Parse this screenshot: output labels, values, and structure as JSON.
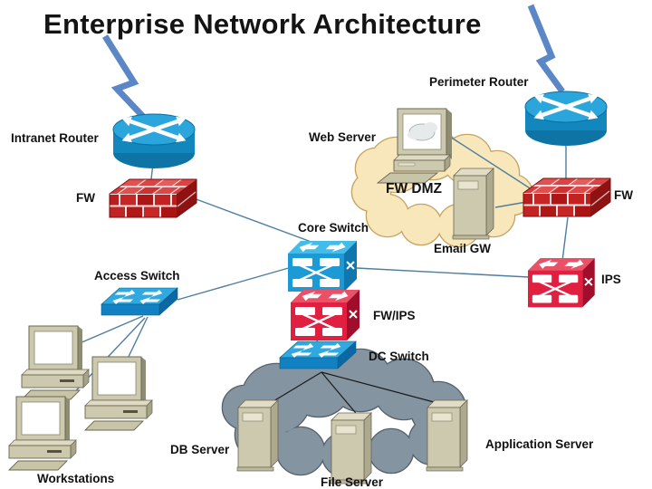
{
  "title": "Enterprise Network Architecture",
  "labels": {
    "perimeter_router": "Perimeter Router",
    "intranet_router": "Intranet Router",
    "web_server": "Web Server",
    "fw_left": "FW",
    "fw_dmz": "FW DMZ",
    "fw_right": "FW",
    "core_switch": "Core Switch",
    "email_gw": "Email GW",
    "access_switch": "Access Switch",
    "ips": "IPS",
    "fw_ips": "FW/IPS",
    "dc_switch": "DC Switch",
    "db_server": "DB Server",
    "workstations": "Workstations",
    "file_server": "File Server",
    "application_server": "Application Server"
  },
  "icons": {
    "router": "blue-cylinder-with-crossed-arrows",
    "firewall": "red-brick-wall-3d",
    "switch_3d": "3d-box-with-ports-and-x",
    "switch_flat": "flat-slab-with-arrows",
    "server_tower": "beige-tower-case",
    "workstation": "beige-monitor-keyboard",
    "wan": "blue-lightning-bolt",
    "dmz_zone": "yellow-cloud",
    "datacenter_zone": "gray-cloud"
  },
  "connections": [
    [
      "WAN",
      "Intranet Router"
    ],
    [
      "WAN",
      "Perimeter Router"
    ],
    [
      "Intranet Router",
      "FW"
    ],
    [
      "FW",
      "Core Switch"
    ],
    [
      "Perimeter Router",
      "FW (DMZ)"
    ],
    [
      "Web Server",
      "FW (DMZ)"
    ],
    [
      "Email GW",
      "FW (DMZ)"
    ],
    [
      "FW (DMZ)",
      "IPS"
    ],
    [
      "Core Switch",
      "IPS"
    ],
    [
      "Core Switch",
      "FW/IPS"
    ],
    [
      "FW/IPS",
      "DC Switch"
    ],
    [
      "Access Switch",
      "Core Switch"
    ],
    [
      "Access Switch",
      "Workstations"
    ],
    [
      "DC Switch",
      "DB Server"
    ],
    [
      "DC Switch",
      "File Server"
    ],
    [
      "DC Switch",
      "Application Server"
    ]
  ],
  "colors": {
    "background": "#FFFFFF",
    "title_text": "#141414",
    "label_text": "#121212",
    "link_line": "#4E7E9E",
    "datacenter_link_line": "#1A1A1A",
    "wan_bolt": "#5B87C6",
    "cisco_blue": "#1B9AD6",
    "firewall_red": "#C02020",
    "ips_red": "#E01F41",
    "device_beige": "#CDC9AE",
    "dmz_cloud_fill": "#F8E7BA",
    "dmz_cloud_stroke": "#C7A362",
    "datacenter_cloud_fill": "#8495A1",
    "datacenter_cloud_stroke": "#55616B"
  }
}
